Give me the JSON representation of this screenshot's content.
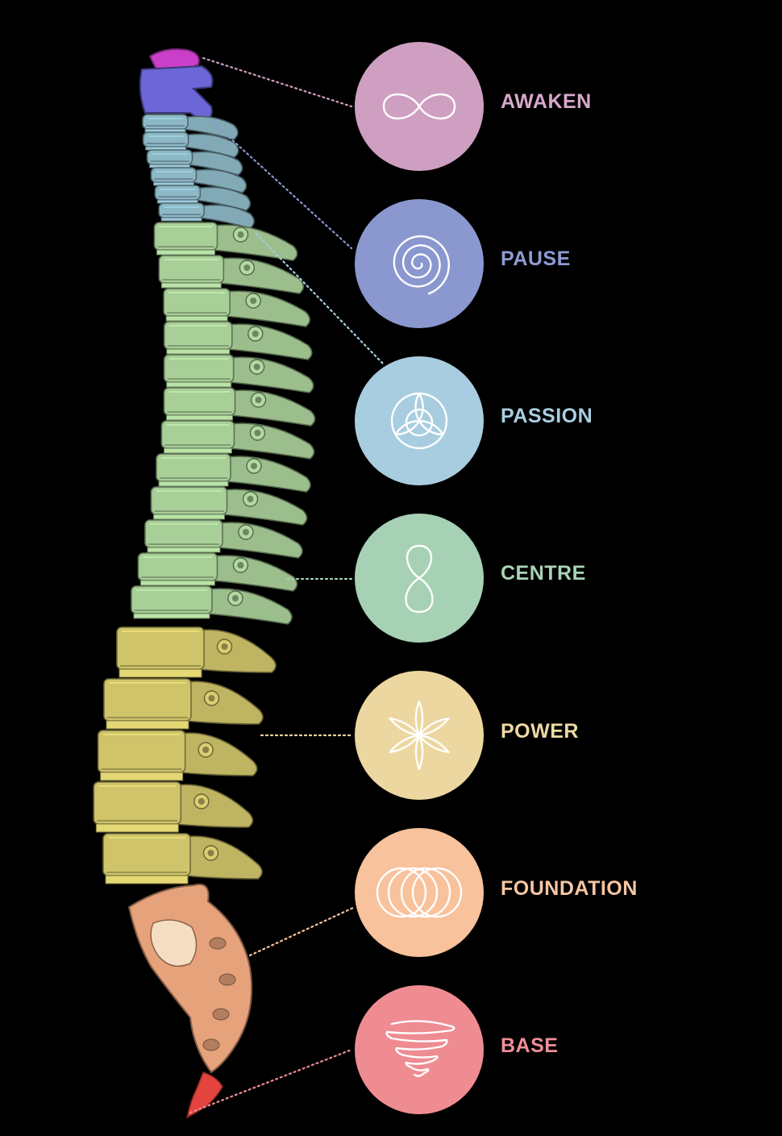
{
  "chakras": [
    {
      "label": "AWAKEN",
      "color": "#cf9fc2",
      "text_color": "#d8a8cb",
      "icon": "infinity-icon",
      "segment": "skull-base"
    },
    {
      "label": "PAUSE",
      "color": "#8a98cf",
      "text_color": "#8e9bd3",
      "icon": "spiral-icon",
      "segment": "cervical"
    },
    {
      "label": "PASSION",
      "color": "#a8cde0",
      "text_color": "#a9cee1",
      "icon": "triquetra-icon",
      "segment": "upper-thoracic"
    },
    {
      "label": "CENTRE",
      "color": "#a6d1b4",
      "text_color": "#a9d4b7",
      "icon": "figure-eight-icon",
      "segment": "thoracic"
    },
    {
      "label": "POWER",
      "color": "#ecd7a0",
      "text_color": "#eed9a4",
      "icon": "flower-icon",
      "segment": "lumbar"
    },
    {
      "label": "FOUNDATION",
      "color": "#f8c29c",
      "text_color": "#f6c6a3",
      "icon": "rings-icon",
      "segment": "sacrum"
    },
    {
      "label": "BASE",
      "color": "#ef8c92",
      "text_color": "#ee8f96",
      "icon": "vortex-icon",
      "segment": "coccyx"
    }
  ],
  "spine_colors": {
    "skull": "#c93fc9",
    "atlas": "#6c66d6",
    "cervical": "#8db8c6",
    "thoracic": "#a9cf98",
    "lumbar": "#cfc46a",
    "sacrum": "#e6a27a",
    "coccyx": "#e4443e"
  }
}
